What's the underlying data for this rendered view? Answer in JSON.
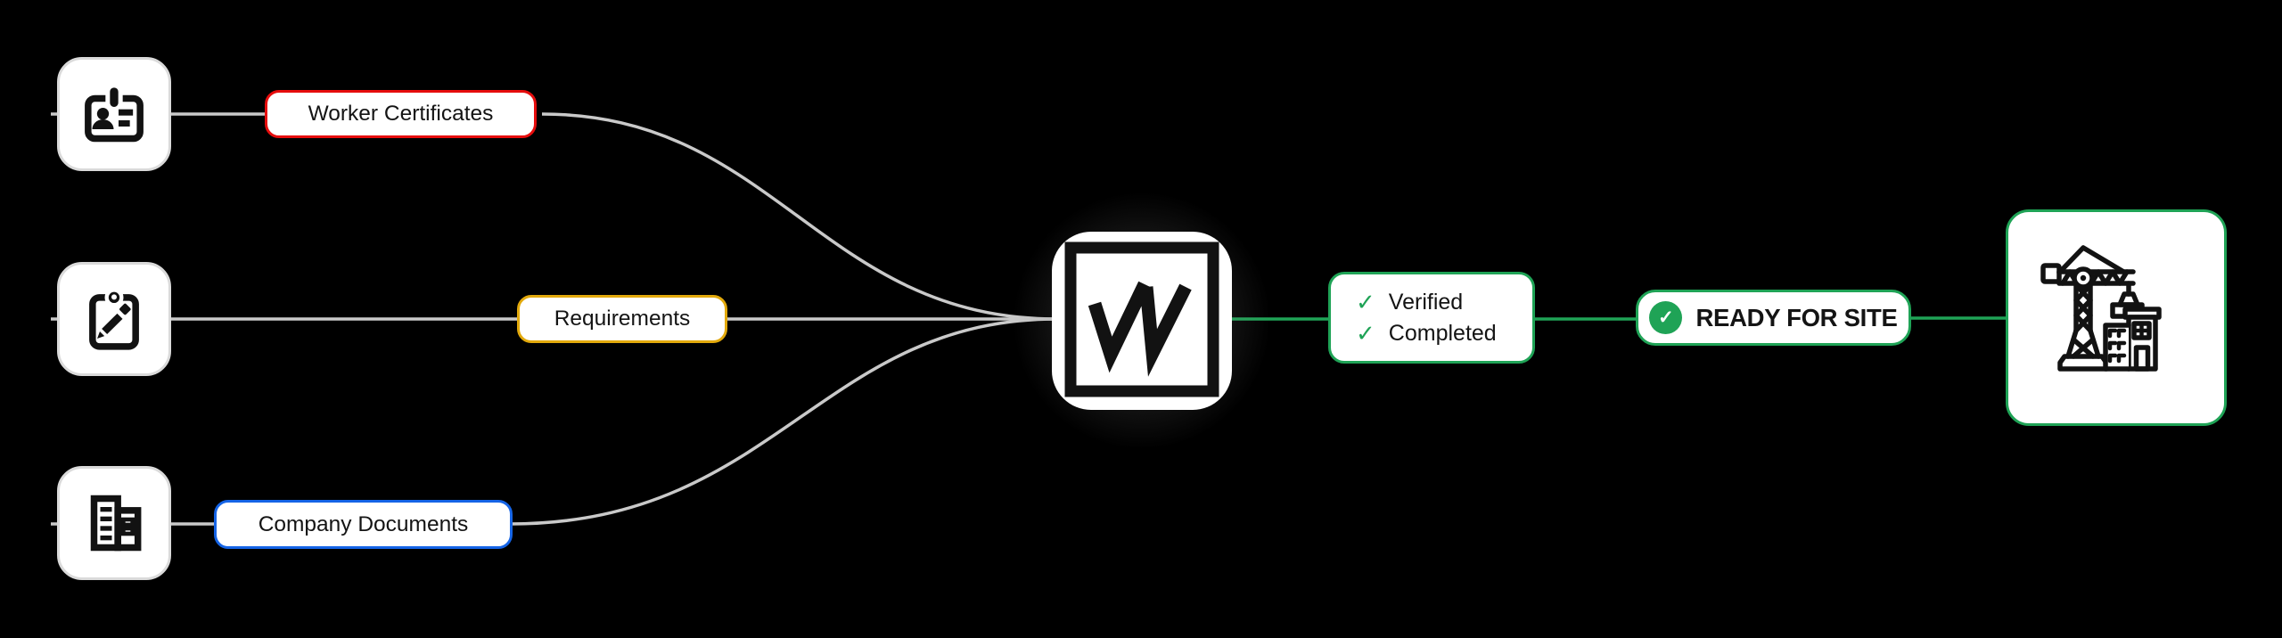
{
  "colors": {
    "background": "#000000",
    "surface": "#ffffff",
    "card_border": "#dadada",
    "connector": "#c9c9c9",
    "green": "#1fa356",
    "red": "#e60d0d",
    "gold": "#e2a90c",
    "blue": "#1564e6",
    "ink": "#121212",
    "text": "#141414"
  },
  "inputs": {
    "worker_certificates": {
      "label": "Worker Certificates",
      "icon": "id-badge-icon"
    },
    "requirements": {
      "label": "Requirements",
      "icon": "clipboard-pencil-icon"
    },
    "company_documents": {
      "label": "Company Documents",
      "icon": "office-building-icon"
    }
  },
  "processor": {
    "icon": "w-logo"
  },
  "status_card": {
    "check_glyph": "✓",
    "items": [
      "Verified",
      "Completed"
    ]
  },
  "ready_badge": {
    "check_glyph": "✓",
    "label": "READY FOR SITE"
  },
  "destination": {
    "icon": "construction-site-icon"
  }
}
